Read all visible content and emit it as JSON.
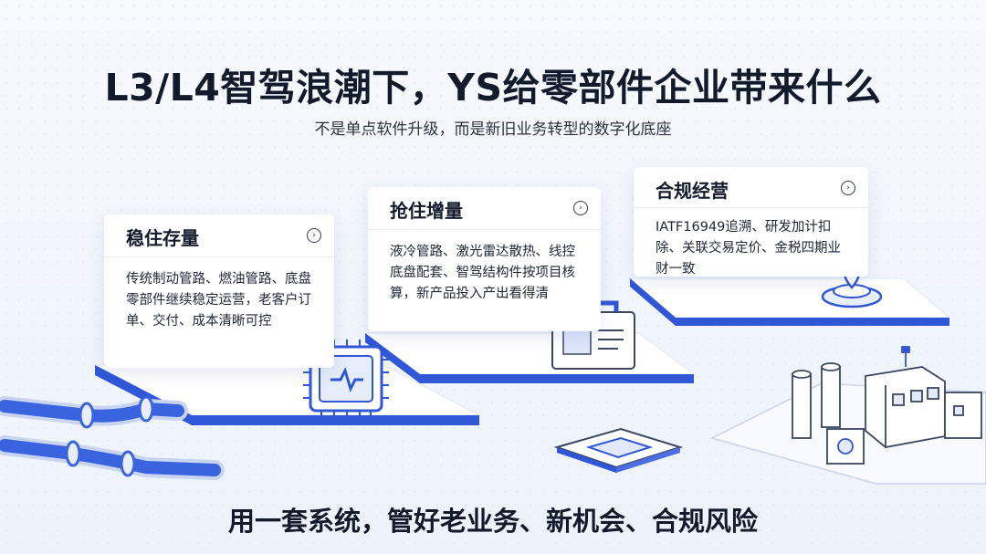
{
  "header": {
    "title": "L3/L4智驾浪潮下，YS给零部件企业带来什么",
    "subtitle": "不是单点软件升级，而是新旧业务转型的数字化底座"
  },
  "cards": [
    {
      "title": "稳住存量",
      "arrow": "›",
      "body": "传统制动管路、燃油管路、底盘零部件继续稳定运营，老客户订单、交付、成本清晰可控"
    },
    {
      "title": "抢住增量",
      "arrow": "›",
      "body": "液冷管路、激光雷达散热、线控底盘配套、智驾结构件按项目核算，新产品投入产出看得清"
    },
    {
      "title": "合规经营",
      "arrow": "›",
      "body": "IATF16949追溯、研发加计扣除、关联交易定价、金税四期业财一致"
    }
  ],
  "footer": {
    "slogan": "用一套系统，管好老业务、新机会、合规风险"
  },
  "colors": {
    "accent": "#2f57d6",
    "title_text": "#121a2c",
    "background": "#f3f6fc"
  },
  "icons": [
    "pipes-illustration",
    "chip-icon",
    "cooling-box-icon",
    "location-pin-icon",
    "factory-illustration",
    "circuit-board-icon"
  ]
}
